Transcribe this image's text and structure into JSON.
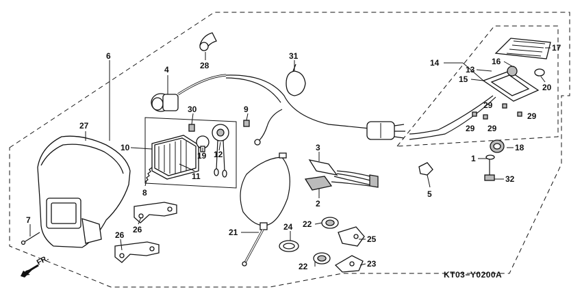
{
  "diagram": {
    "code": "KT03−Y0200A",
    "direction_label": "FR.",
    "callouts": [
      {
        "id": "c1",
        "text": "1"
      },
      {
        "id": "c2",
        "text": "2"
      },
      {
        "id": "c3",
        "text": "3"
      },
      {
        "id": "c4",
        "text": "4"
      },
      {
        "id": "c5",
        "text": "5"
      },
      {
        "id": "c6",
        "text": "6"
      },
      {
        "id": "c7",
        "text": "7"
      },
      {
        "id": "c8",
        "text": "8"
      },
      {
        "id": "c9",
        "text": "9"
      },
      {
        "id": "c10",
        "text": "10"
      },
      {
        "id": "c11",
        "text": "11"
      },
      {
        "id": "c12",
        "text": "12"
      },
      {
        "id": "c13",
        "text": "13"
      },
      {
        "id": "c14",
        "text": "14"
      },
      {
        "id": "c15",
        "text": "15"
      },
      {
        "id": "c16",
        "text": "16"
      },
      {
        "id": "c17",
        "text": "17"
      },
      {
        "id": "c18",
        "text": "18"
      },
      {
        "id": "c19",
        "text": "19"
      },
      {
        "id": "c20",
        "text": "20"
      },
      {
        "id": "c21",
        "text": "21"
      },
      {
        "id": "c22a",
        "text": "22"
      },
      {
        "id": "c22b",
        "text": "22"
      },
      {
        "id": "c23",
        "text": "23"
      },
      {
        "id": "c24",
        "text": "24"
      },
      {
        "id": "c25",
        "text": "25"
      },
      {
        "id": "c26a",
        "text": "26"
      },
      {
        "id": "c26b",
        "text": "26"
      },
      {
        "id": "c27",
        "text": "27"
      },
      {
        "id": "c28",
        "text": "28"
      },
      {
        "id": "c29a",
        "text": "29"
      },
      {
        "id": "c29b",
        "text": "29"
      },
      {
        "id": "c29c",
        "text": "29"
      },
      {
        "id": "c29d",
        "text": "29"
      },
      {
        "id": "c30",
        "text": "30"
      },
      {
        "id": "c31",
        "text": "31"
      },
      {
        "id": "c32",
        "text": "32"
      }
    ]
  }
}
